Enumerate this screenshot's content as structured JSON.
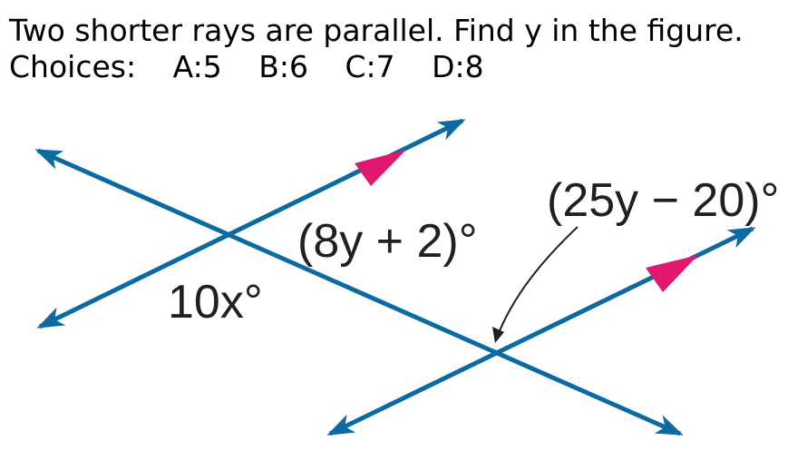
{
  "question": {
    "text": "Two shorter rays are parallel. Find y in the figure.",
    "choices_label": "Choices:",
    "choices": [
      "A:5",
      "B:6",
      "C:7",
      "D:8"
    ]
  },
  "figure": {
    "labels": {
      "angle_x": "10x°",
      "angle_8y": "(8y + 2)°",
      "angle_25y": "(25y − 20)°"
    },
    "colors": {
      "line": "#0a6aa1",
      "parallel_mark": "#e0186f",
      "label": "#231f20"
    }
  }
}
